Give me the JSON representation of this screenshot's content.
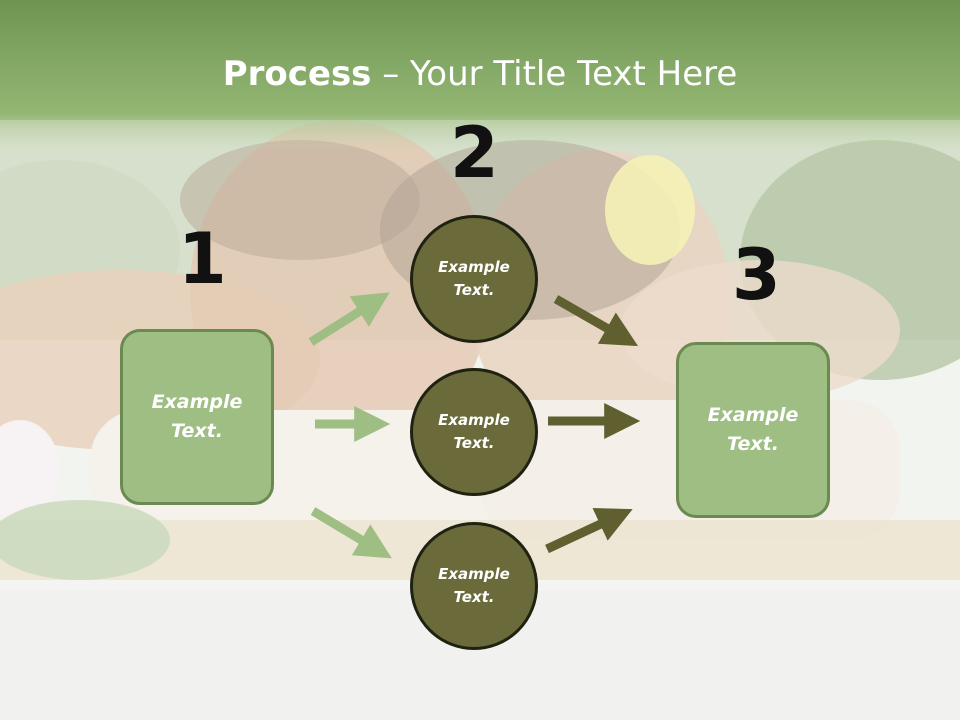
{
  "title": {
    "bold": "Process",
    "rest": " – Your Title Text Here"
  },
  "numbers": [
    "1",
    "2",
    "3"
  ],
  "left_box": "Example Text.",
  "right_box": "Example Text.",
  "circles": [
    "Example Text.",
    "Example Text.",
    "Example Text."
  ],
  "colors": {
    "header": "#88aa66",
    "light_green": "#9fbe84",
    "olive": "#6a6a3a"
  }
}
